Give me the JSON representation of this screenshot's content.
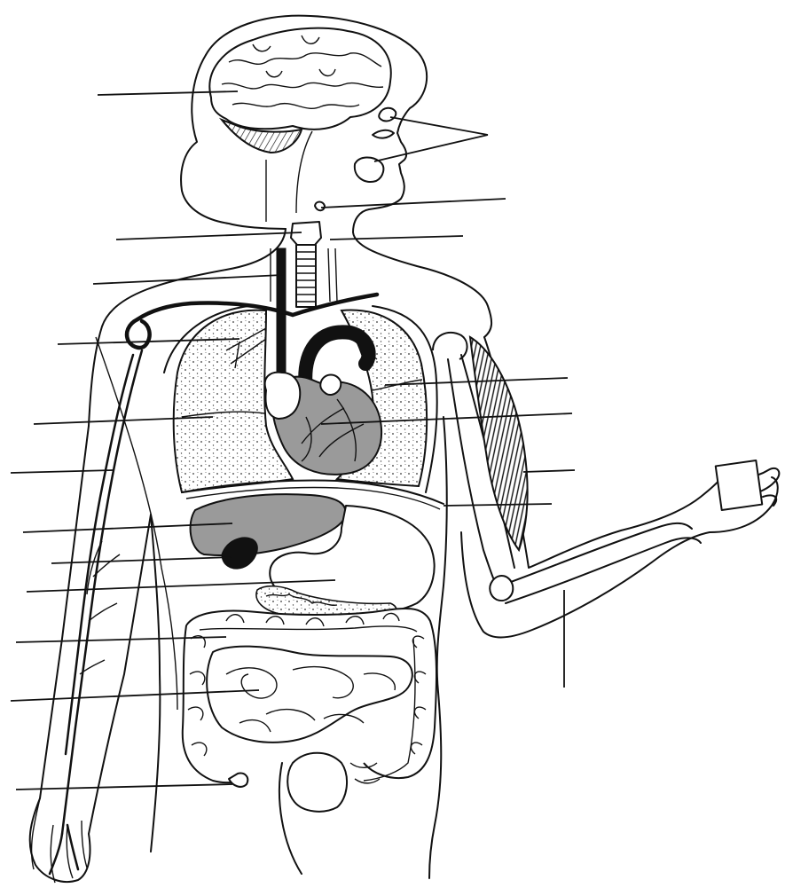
{
  "diagram": {
    "kind": "unlabeled human anatomy worksheet",
    "leader_line_count": 20,
    "line_color": "#111111",
    "background": "#ffffff",
    "structures": [
      "brain",
      "cerebellum",
      "eye",
      "nose",
      "mouth",
      "salivary-gland",
      "pituitary",
      "larynx",
      "trachea",
      "thyroid",
      "lungs",
      "heart",
      "aorta",
      "vena-cava",
      "diaphragm",
      "liver",
      "gallbladder",
      "stomach",
      "pancreas",
      "large-intestine",
      "small-intestine",
      "appendix",
      "arm-veins",
      "biceps-muscle",
      "humerus",
      "radius-ulna",
      "object-in-hand"
    ]
  }
}
